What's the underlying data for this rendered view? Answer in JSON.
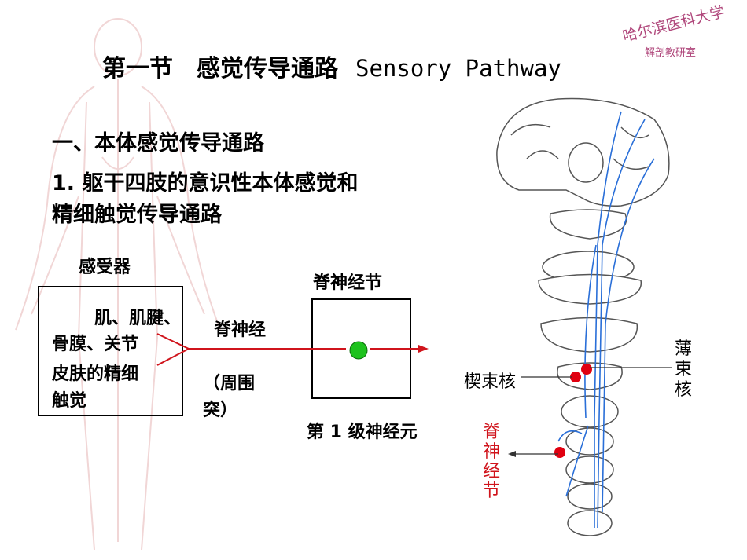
{
  "title": {
    "cn": "第一节　感觉传导通路",
    "en": "Sensory Pathway"
  },
  "logo": {
    "line1": "哈尔滨医科大学",
    "line2": "解剖教研室"
  },
  "heading1": "一、本体感觉传导通路",
  "heading2_line1": "1. 躯干四肢的意识性本体感觉和",
  "heading2_line2": "精细触觉传导通路",
  "receptor_label": "感受器",
  "receptor_text1_a": "肌、肌腱、",
  "receptor_text1_b": "骨膜、关节",
  "receptor_text2_a": "皮肤的精细",
  "receptor_text2_b": "触觉",
  "nerve_label": "脊神经",
  "peripheral_a": "（周围",
  "peripheral_b": "突）",
  "ganglion_label": "脊神经节",
  "neuron_label": "第 1 级神经元",
  "cuneate_label": "楔束核",
  "gracile_label_chars": [
    "薄",
    "束",
    "核"
  ],
  "spinal_ganglion_chars": [
    "脊",
    "神",
    "经",
    "节"
  ],
  "colors": {
    "accent_red": "#d0141c",
    "neuron_green": "#1ec21e",
    "pathway_blue": "#2a6fd8",
    "logo": "#b0487c"
  }
}
